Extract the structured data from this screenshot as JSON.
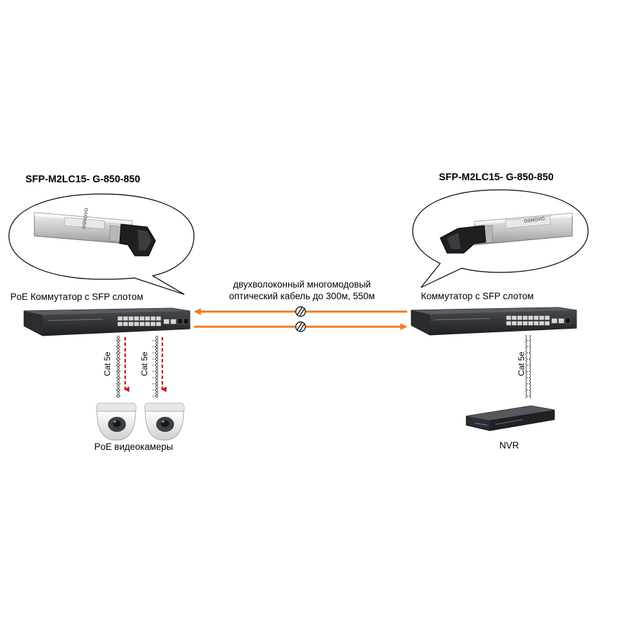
{
  "left": {
    "module_title": "SFP-M2LC15- G-850-850",
    "switch_label": "PoE Коммутатор с SFP слотом",
    "module_brand": "OSNOVO",
    "cable_label": "Cat 5e",
    "devices_label": "PoE видеокамеры"
  },
  "right": {
    "module_title": "SFP-M2LC15- G-850-850",
    "switch_label": "Коммутатор с SFP слотом",
    "module_brand": "OSNOVO",
    "cable_label": "Cat 5e",
    "device_label": "NVR"
  },
  "link": {
    "line1": "двухволоконный многомодовый",
    "line2": "оптический кабель  до 300м, 550м"
  },
  "colors": {
    "fiber": "#f07a1e",
    "poe_arrow": "#d01818",
    "device_body": "#2b2d31"
  },
  "icons": {
    "switch": "network-switch-icon",
    "sfp": "sfp-module-icon",
    "camera": "dome-camera-icon",
    "nvr": "nvr-icon",
    "cable_break": "cable-break-icon"
  }
}
